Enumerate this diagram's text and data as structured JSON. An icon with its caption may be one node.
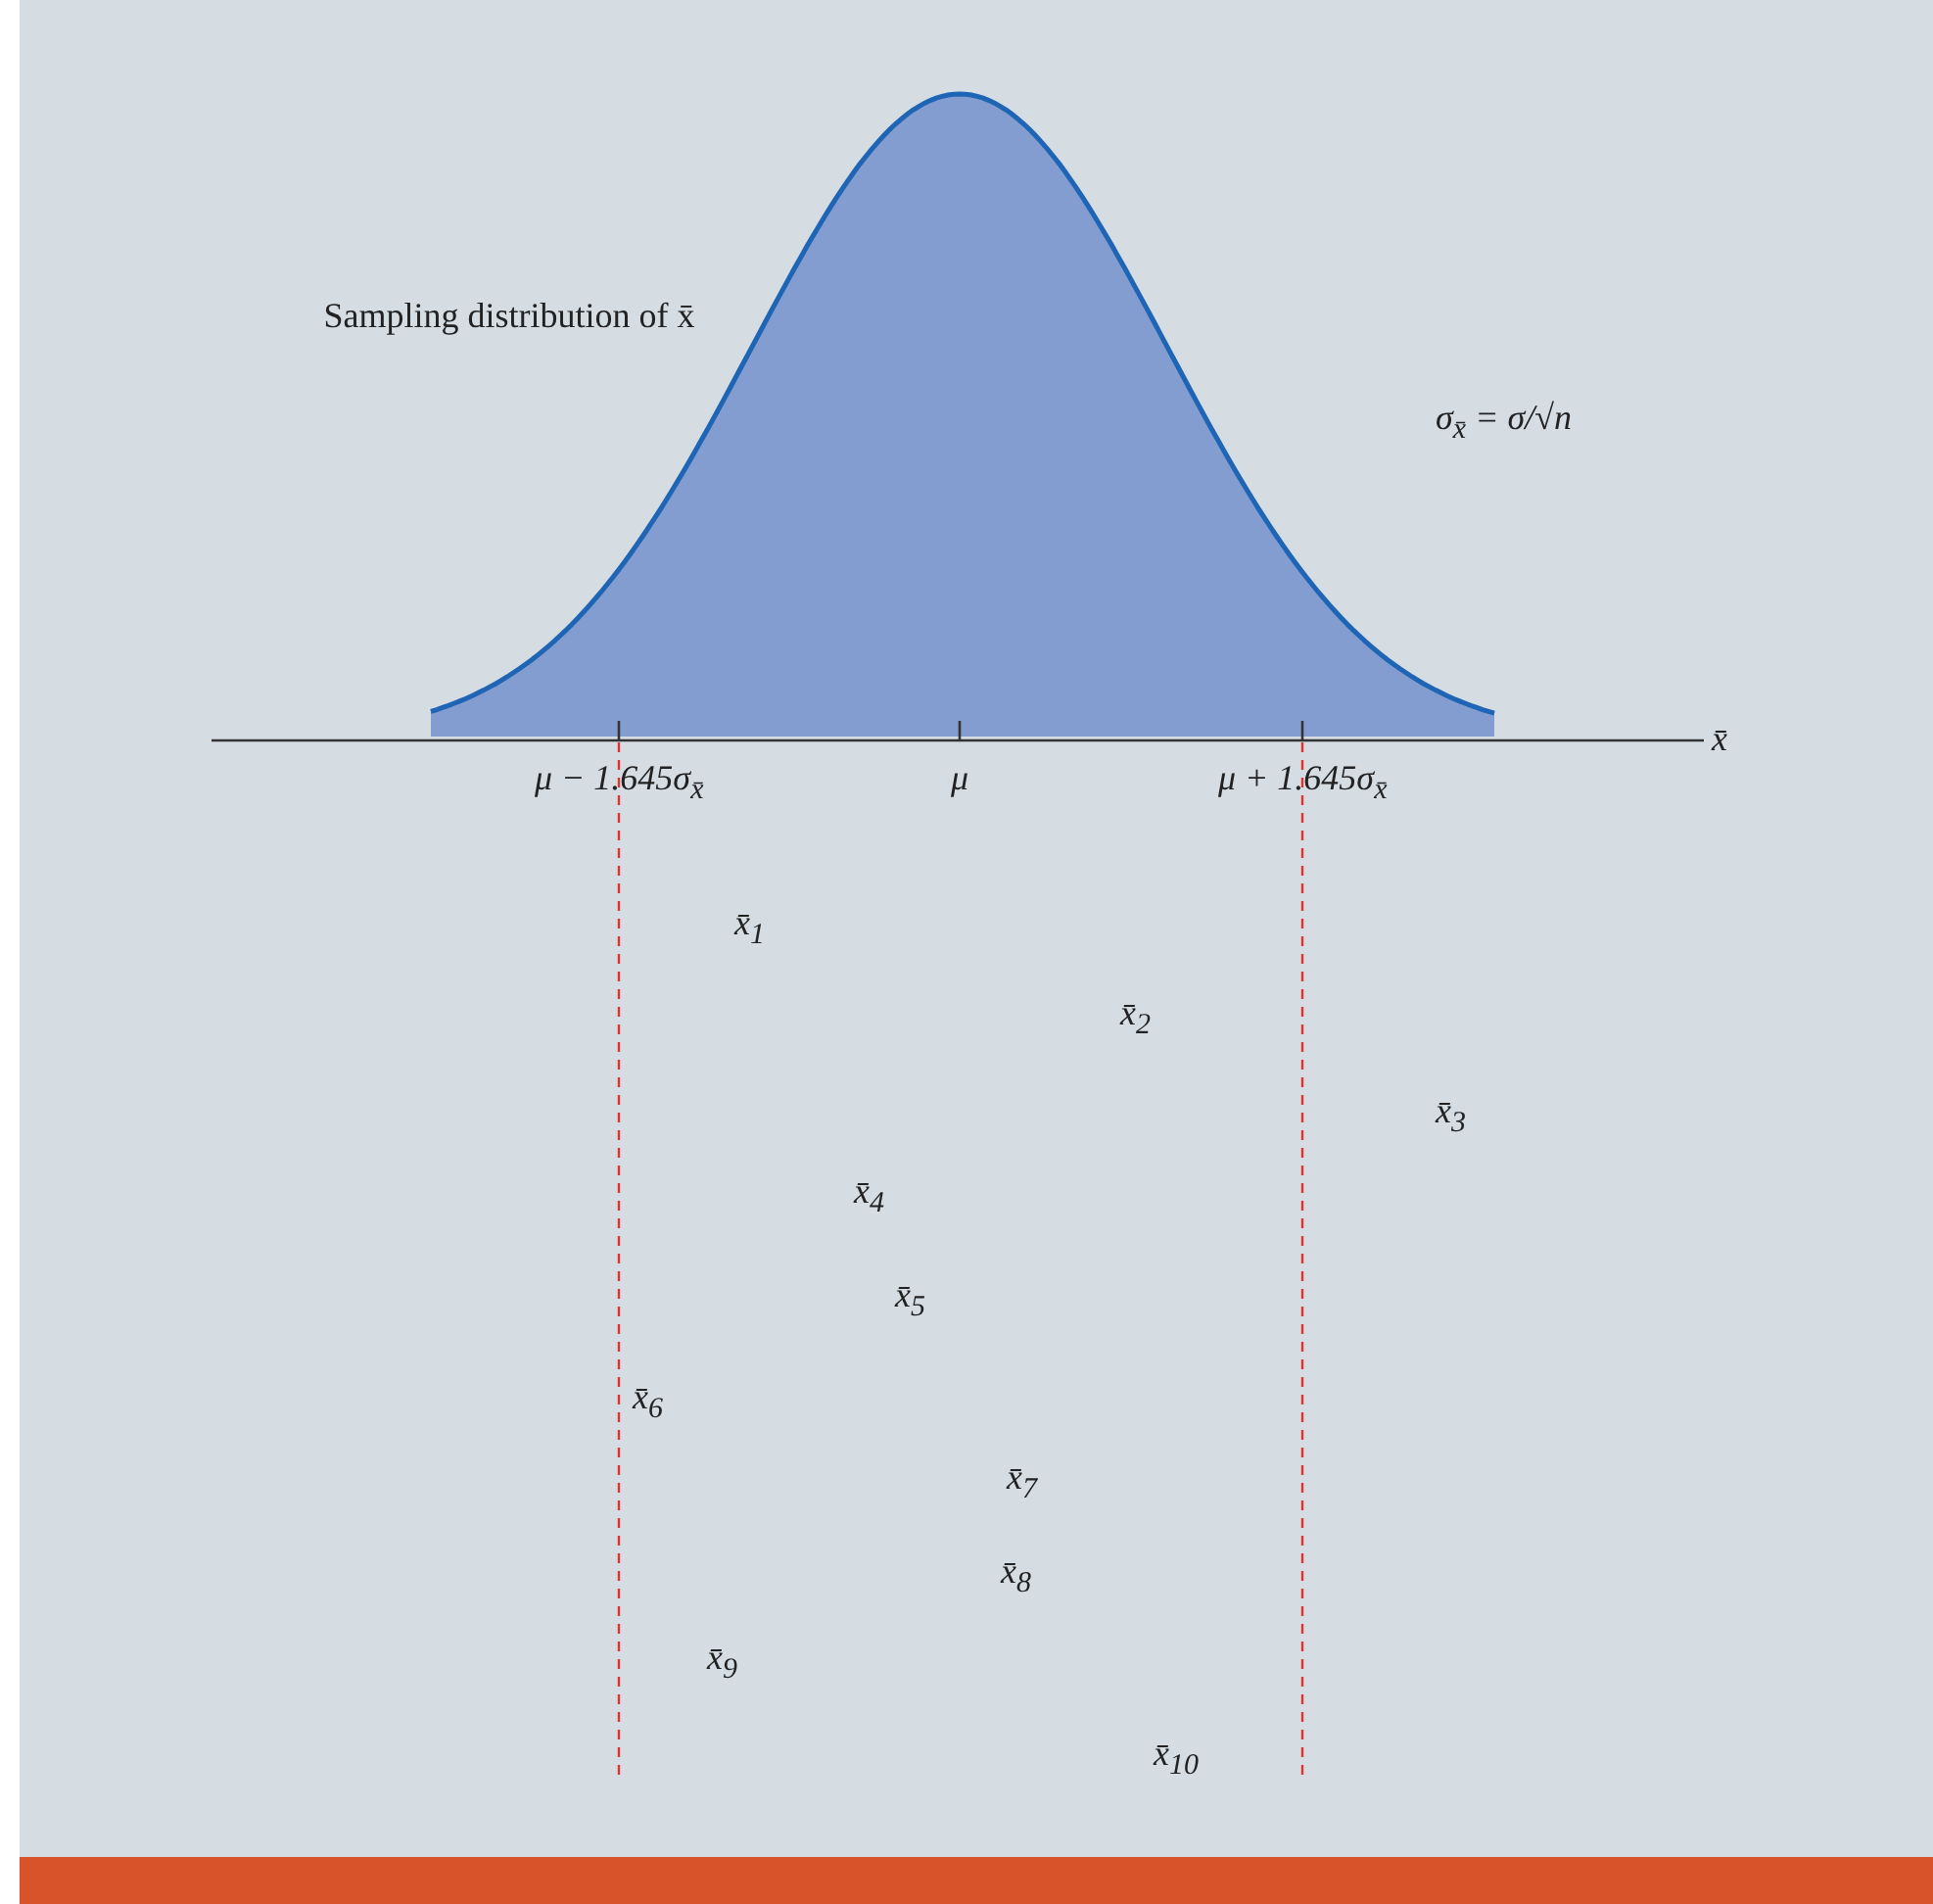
{
  "diagram": {
    "labels": [
      "Sampling distribution of x̄",
      "σ$_{x̄}$ = σ/√n",
      "μ − 1.645σ$_{x̄}$",
      "μ",
      "μ + 1.645σ$_{x̄}$",
      "x̄",
      "x̄$_{1}$",
      "x̄$_{2}$",
      "x̄$_{3}$",
      "x̄$_{4}$",
      "x̄$_{5}$",
      "x̄$_{6}$",
      "x̄$_{7}$",
      "x̄$_{8}$",
      "x̄$_{9}$",
      "x̄$_{10}$"
    ]
  }
}
